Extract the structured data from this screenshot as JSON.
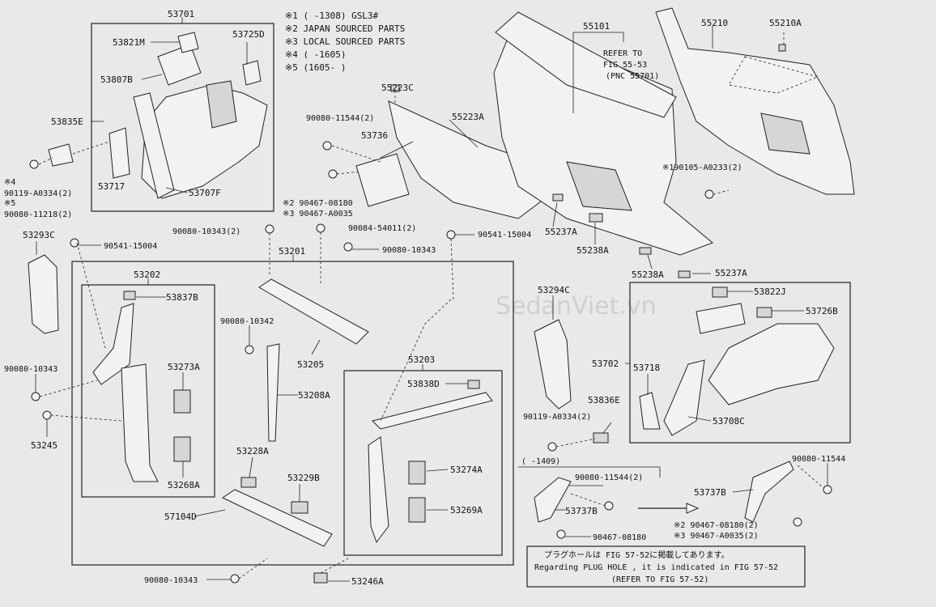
{
  "watermark": "SedanViet.vn",
  "notes": [
    "※1 (    -1308) GSL3#",
    "※2 JAPAN SOURCED PARTS",
    "※3 LOCAL SOURCED PARTS",
    "※4 (    -1605)",
    "※5 (1605-    )"
  ],
  "labels": {
    "p53701": "53701",
    "p53821M": "53821M",
    "p53725D": "53725D",
    "p53807B": "53807B",
    "p53835E": "53835E",
    "p53717": "53717",
    "p53707F": "53707F",
    "n4": "※4",
    "f90119a": "90119-A0334(2)",
    "n5": "※5",
    "f90080_11218": "90080-11218(2)",
    "p55223C": "55223C",
    "f90080_11544_2": "90080-11544(2)",
    "p53736": "53736",
    "p55223A": "55223A",
    "f90467_08180_2": "※2 90467-08180",
    "f90467_a0035_3": "※3 90467-A0035",
    "p55101": "55101",
    "refer1": "REFER TO",
    "refer2": "FIG 55-53",
    "refer3": "(PNC 55701)",
    "p55210": "55210",
    "p55210A": "55210A",
    "f190105": "※190105-A0233(2)",
    "p55237A_1": "55237A",
    "p55238A_1": "55238A",
    "p55238A_2": "55238A",
    "p55237A_2": "55237A",
    "p53293C": "53293C",
    "f90541_1": "90541-15004",
    "f90080_10343_2": "90080-10343(2)",
    "f90084": "90084-54011(2)",
    "f90080_10343_b": "90080-10343",
    "f90541_2": "90541-15004",
    "p53201": "53201",
    "p53202": "53202",
    "p53837B": "53837B",
    "f90080_10342": "90080-10342",
    "p53205": "53205",
    "f90080_10343_c": "90080-10343",
    "p53273A": "53273A",
    "p53208A": "53208A",
    "p53203": "53203",
    "p53838D": "53838D",
    "p53245": "53245",
    "p53228A": "53228A",
    "p53229B": "53229B",
    "p53268A": "53268A",
    "p53274A": "53274A",
    "p57104D": "57104D",
    "p53269A": "53269A",
    "f90080_10343_d": "90080-10343",
    "p53246A": "53246A",
    "p53294C": "53294C",
    "p53702": "53702",
    "p53718": "53718",
    "p53836E": "53836E",
    "f90119_b": "90119-A0334(2)",
    "p53822J": "53822J",
    "p53726B": "53726B",
    "p53708C": "53708C",
    "date1409": "(    -1409)",
    "f90080_11544_b": "90080-11544(2)",
    "p53737B_1": "53737B",
    "f90467_08180": "90467-08180",
    "f90080_11544_c": "90080-11544",
    "p53737B_2": "53737B",
    "f90467_2b": "※2 90467-08180(2)",
    "f90467_3b": "※3 90467-A0035(2)"
  },
  "footer_note": [
    "プラグホールは FIG 57-52に掲載してあります。",
    "Regarding PLUG HOLE , it is indicated in FIG 57-52",
    "(REFER TO FIG 57-52)"
  ]
}
